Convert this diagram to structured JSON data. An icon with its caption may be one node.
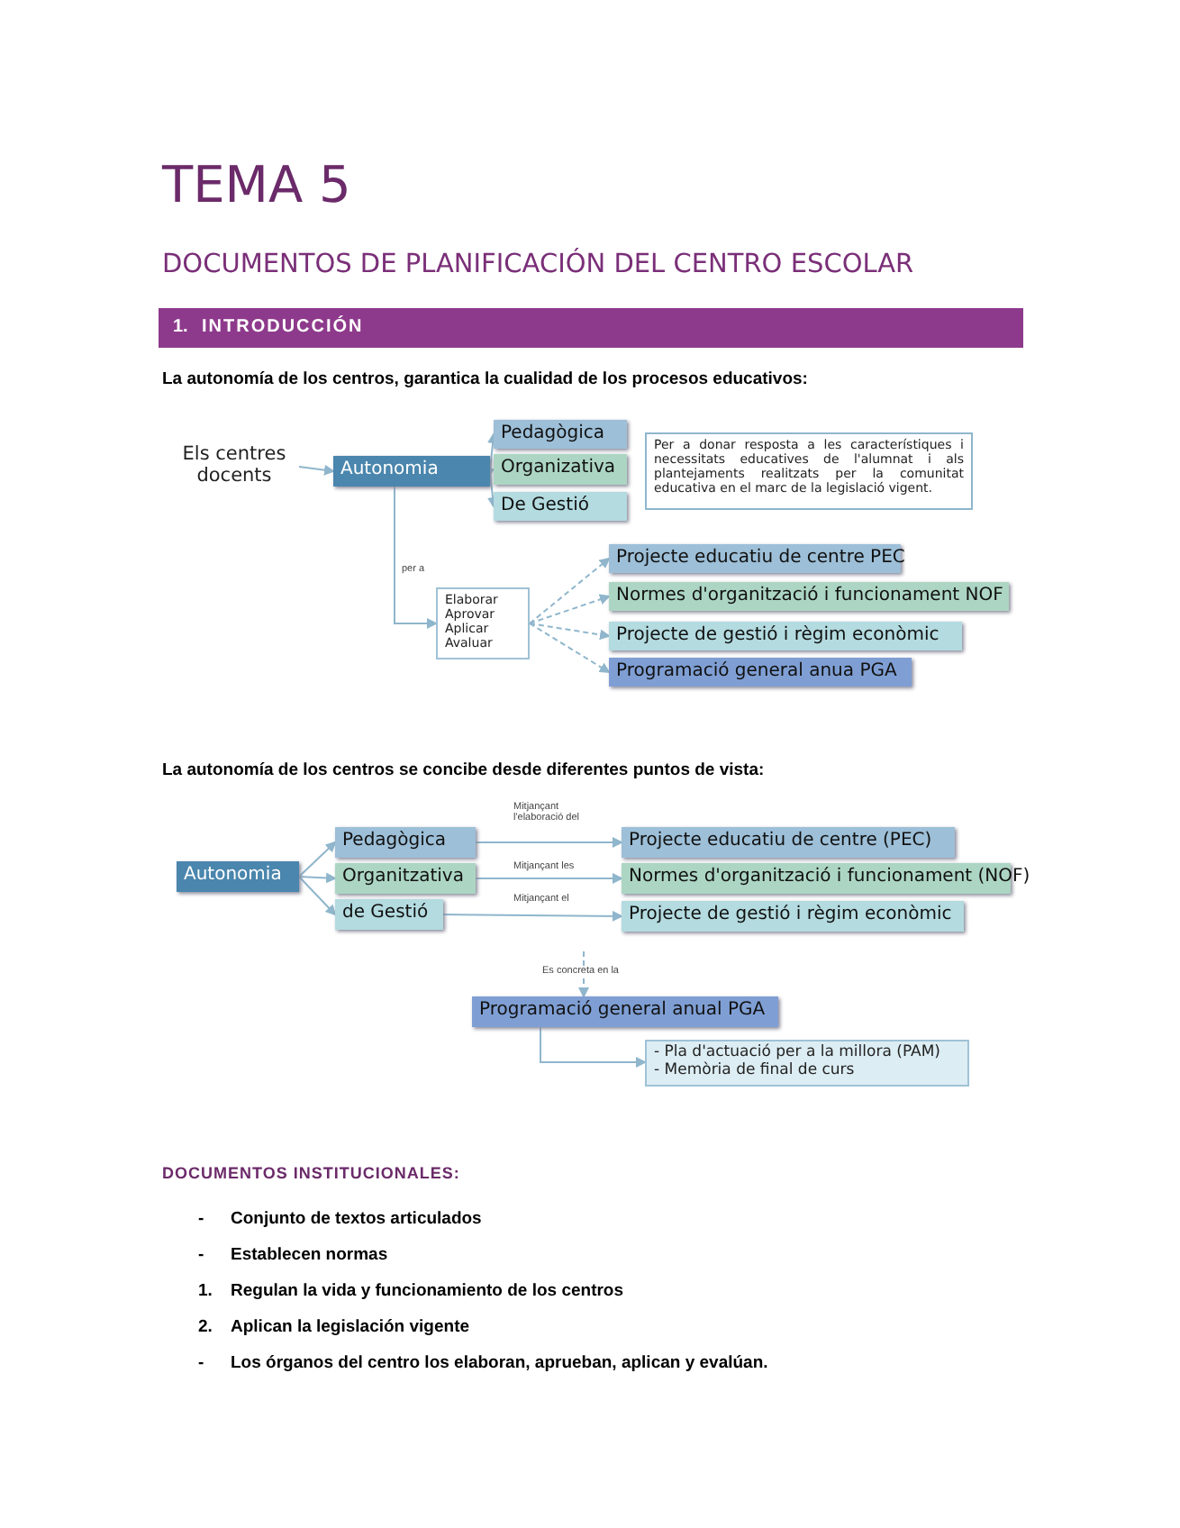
{
  "diagram": {
    "title": "TEMA 5",
    "nodes": [
      {
        "text": [
          "Els centres docents"
        ]
      },
      {
        "text": [
          "Autonomia"
        ]
      },
      {
        "text": [
          "Pedagògica"
        ]
      },
      {
        "text": [
          "Organizativa"
        ]
      },
      {
        "text": [
          "De Gestió"
        ]
      },
      {
        "text": [
          "Per a donar resposta a les característiques i necessitats educatives de l'alumnat i als plantejaments realitzats per la comunitat educativa en el marc de la legislació vigent."
        ]
      },
      {
        "text": [
          "Elaborar",
          "Aprovar",
          "Aplicar",
          "Avaluar"
        ]
      },
      {
        "text": [
          "Projecte educatiu de centre PEC"
        ]
      },
      {
        "text": [
          "Normes d'organització i funcionament NOF"
        ]
      },
      {
        "text": [
          "Projecte de gestió i règim econòmic"
        ]
      },
      {
        "text": [
          "Programació general anua PGA"
        ]
      },
      {
        "text": [
          "Autonomia"
        ]
      },
      {
        "text": [
          "Pedagògica"
        ]
      },
      {
        "text": [
          "Organitzativa"
        ]
      },
      {
        "text": [
          "de Gestió"
        ]
      },
      {
        "text": [
          "Projecte educatiu de centre (PEC)"
        ]
      },
      {
        "text": [
          "Normes d'organització i funcionament (NOF)"
        ]
      },
      {
        "text": [
          "Projecte de gestió i règim econòmic"
        ]
      },
      {
        "text": [
          "Programació general anual PGA"
        ]
      },
      {
        "text": [
          "- Pla d'actuació per a la millora (PAM)",
          "- Memòria de final de curs"
        ]
      }
    ],
    "edges": [
      {
        "from": 0,
        "to": 1,
        "arrow": "to"
      },
      {
        "from": 1,
        "to": 2,
        "arrow": "to"
      },
      {
        "from": 1,
        "to": 3,
        "arrow": "to"
      },
      {
        "from": 1,
        "to": 4,
        "arrow": "to"
      },
      {
        "from": 1,
        "to": 6,
        "arrow": "to",
        "label": "per a"
      },
      {
        "from": 6,
        "to": 7,
        "arrow": "to",
        "style": "dashed"
      },
      {
        "from": 6,
        "to": 8,
        "arrow": "to",
        "style": "dashed"
      },
      {
        "from": 6,
        "to": 9,
        "arrow": "to",
        "style": "dashed"
      },
      {
        "from": 6,
        "to": 10,
        "arrow": "to",
        "style": "dashed"
      },
      {
        "from": 11,
        "to": 12,
        "arrow": "to"
      },
      {
        "from": 11,
        "to": 13,
        "arrow": "to"
      },
      {
        "from": 11,
        "to": 14,
        "arrow": "to"
      },
      {
        "from": 12,
        "to": 15,
        "arrow": "to",
        "label": "Mitjançant l'elaboració del"
      },
      {
        "from": 13,
        "to": 16,
        "arrow": "to",
        "label": "Mitjançant les"
      },
      {
        "from": 14,
        "to": 17,
        "arrow": "to",
        "label": "Mitjançant el"
      },
      {
        "from": null,
        "to": 18,
        "arrow": "to",
        "style": "dashed",
        "label": "Es concreta en la"
      },
      {
        "from": 18,
        "to": 19,
        "arrow": "to"
      }
    ],
    "labels": [
      "DOCUMENTOS DE PLANIFICACIÓN DEL CENTRO ESCOLAR",
      "1.",
      "INTRODUCCIÓN",
      "La autonomía de los centros, garantica la cualidad de los procesos educativos:",
      "La autonomía de los centros se concibe desde diferentes puntos de vista:",
      "DOCUMENTOS INSTITUCIONALES:",
      "-",
      "Conjunto de textos articulados",
      "-",
      "Establecen normas",
      "1.",
      "Regulan la vida y funcionamiento de los centros",
      "2.",
      "Aplican la legislación vigente",
      "-",
      "Los órganos del centro los elaboran, aprueban, aplican y evalúan."
    ]
  }
}
